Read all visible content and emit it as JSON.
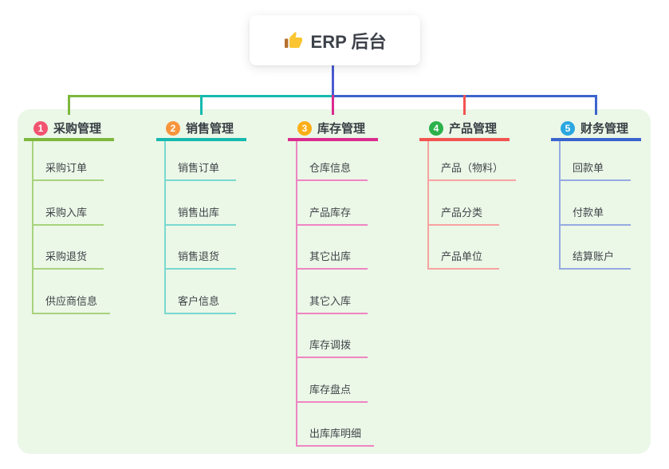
{
  "root": {
    "label": "ERP 后台",
    "icon": "thumbs-up-icon"
  },
  "branches": [
    {
      "index": "1",
      "label": "采购管理",
      "badge_color": "#f2536f",
      "line_color": "#7db83d",
      "child_line_color": "#a6d37d",
      "children": [
        "采购订单",
        "采购入库",
        "采购退货",
        "供应商信息"
      ]
    },
    {
      "index": "2",
      "label": "销售管理",
      "badge_color": "#f8943c",
      "line_color": "#16b9ae",
      "child_line_color": "#79d8d0",
      "children": [
        "销售订单",
        "销售出库",
        "销售退货",
        "客户信息"
      ]
    },
    {
      "index": "3",
      "label": "库存管理",
      "badge_color": "#fcae17",
      "line_color": "#da2b8d",
      "child_line_color": "#ee85c2",
      "children": [
        "仓库信息",
        "产品库存",
        "其它出库",
        "其它入库",
        "库存调拨",
        "库存盘点",
        "出库库明细"
      ]
    },
    {
      "index": "4",
      "label": "产品管理",
      "badge_color": "#2cb14b",
      "line_color": "#f25350",
      "child_line_color": "#f7a3a0",
      "children": [
        "产品（物料）",
        "产品分类",
        "产品单位"
      ]
    },
    {
      "index": "5",
      "label": "财务管理",
      "badge_color": "#2aa7e0",
      "line_color": "#3b64cd",
      "child_line_color": "#95aae1",
      "children": [
        "回款单",
        "付款单",
        "结算账户"
      ]
    }
  ],
  "colors": {
    "panel_bg": "#ebf7e7",
    "root_connector": "#4b5cd1"
  }
}
